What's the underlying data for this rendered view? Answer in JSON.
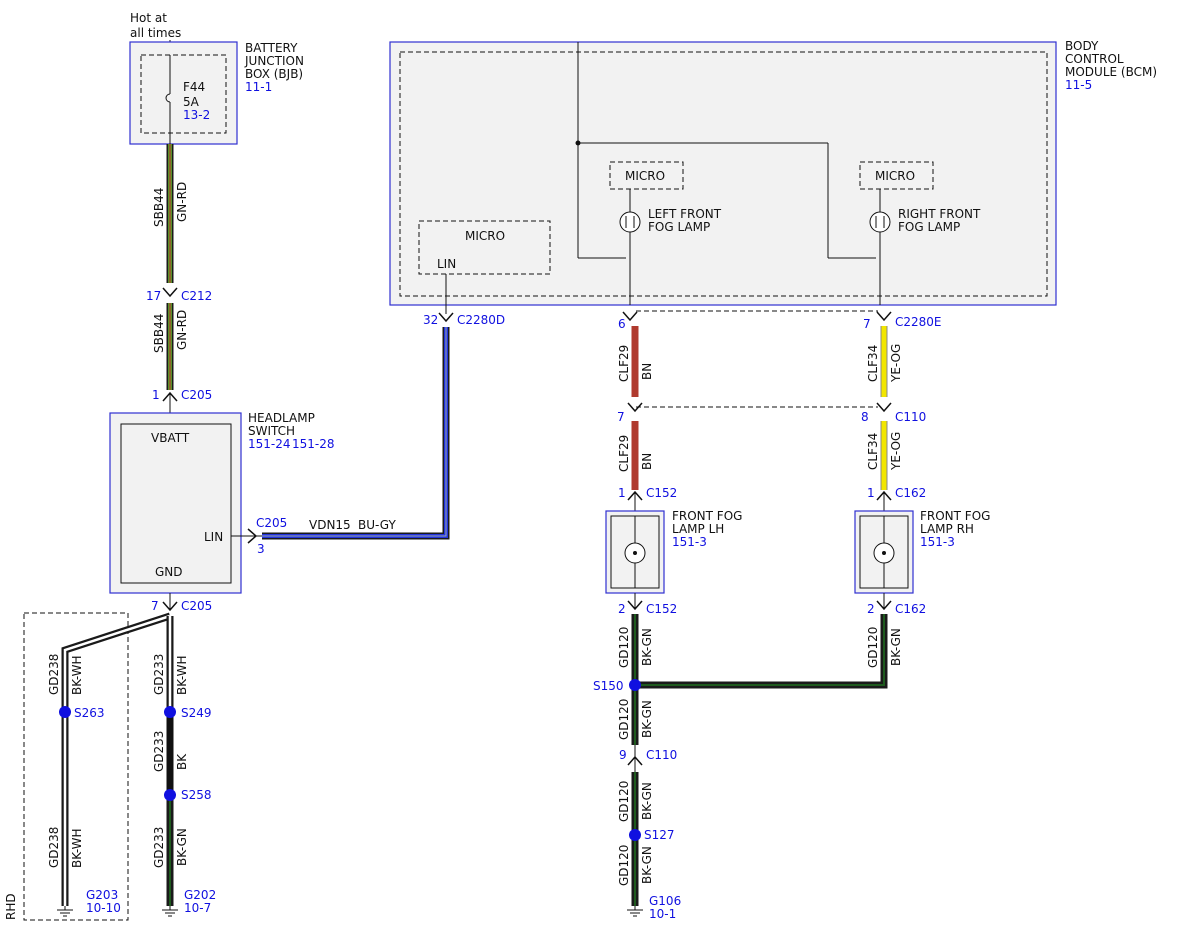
{
  "colors": {
    "link": "#1010e0",
    "module_border": "#3030d0",
    "module_fill": "#f2f2f2"
  },
  "bjb": {
    "hot_line1": "Hot at",
    "hot_line2": "all times",
    "title1": "BATTERY",
    "title2": "JUNCTION",
    "title3": "BOX (BJB)",
    "ref": "11-1",
    "fuse": "F44",
    "fuse_amp": "5A",
    "fuse_ref": "13-2"
  },
  "bcm": {
    "title1": "BODY",
    "title2": "CONTROL",
    "title3": "MODULE (BCM)",
    "ref": "11-5",
    "micro": "MICRO",
    "lin": "LIN",
    "left_fog1": "LEFT FRONT",
    "left_fog2": "FOG LAMP",
    "right_fog1": "RIGHT FRONT",
    "right_fog2": "FOG LAMP"
  },
  "headlamp": {
    "title1": "HEADLAMP",
    "title2": "SWITCH",
    "ref1": "151-24",
    "ref2": "151-28",
    "vbatt": "VBATT",
    "lin": "LIN",
    "gnd": "GND"
  },
  "wires": {
    "sbb44": "SBB44",
    "gn_rd": "GN-RD",
    "vdn15": "VDN15",
    "bu_gy": "BU-GY",
    "clf29": "CLF29",
    "bn": "BN",
    "clf34": "CLF34",
    "ye_og": "YE-OG",
    "gd120": "GD120",
    "bk_gn": "BK-GN",
    "gd238": "GD238",
    "bk_wh": "BK-WH",
    "gd233": "GD233",
    "bk": "BK"
  },
  "connectors": {
    "c212": "C212",
    "c205": "C205",
    "c2280d": "C2280D",
    "c2280e": "C2280E",
    "c110": "C110",
    "c152": "C152",
    "c162": "C162"
  },
  "pins": {
    "p17": "17",
    "p1": "1",
    "p3": "3",
    "p7": "7",
    "p32": "32",
    "p6": "6",
    "p8": "8",
    "p2": "2",
    "p9": "9"
  },
  "lamps": {
    "lh1": "FRONT FOG",
    "lh2": "LAMP LH",
    "lh_ref": "151-3",
    "rh1": "FRONT FOG",
    "rh2": "LAMP RH",
    "rh_ref": "151-3"
  },
  "splices": {
    "s150": "S150",
    "s127": "S127",
    "s263": "S263",
    "s249": "S249",
    "s258": "S258"
  },
  "grounds": {
    "g106": "G106",
    "g106_ref": "10-1",
    "g203": "G203",
    "g203_ref": "10-10",
    "g202": "G202",
    "g202_ref": "10-7"
  },
  "rhd": "RHD"
}
